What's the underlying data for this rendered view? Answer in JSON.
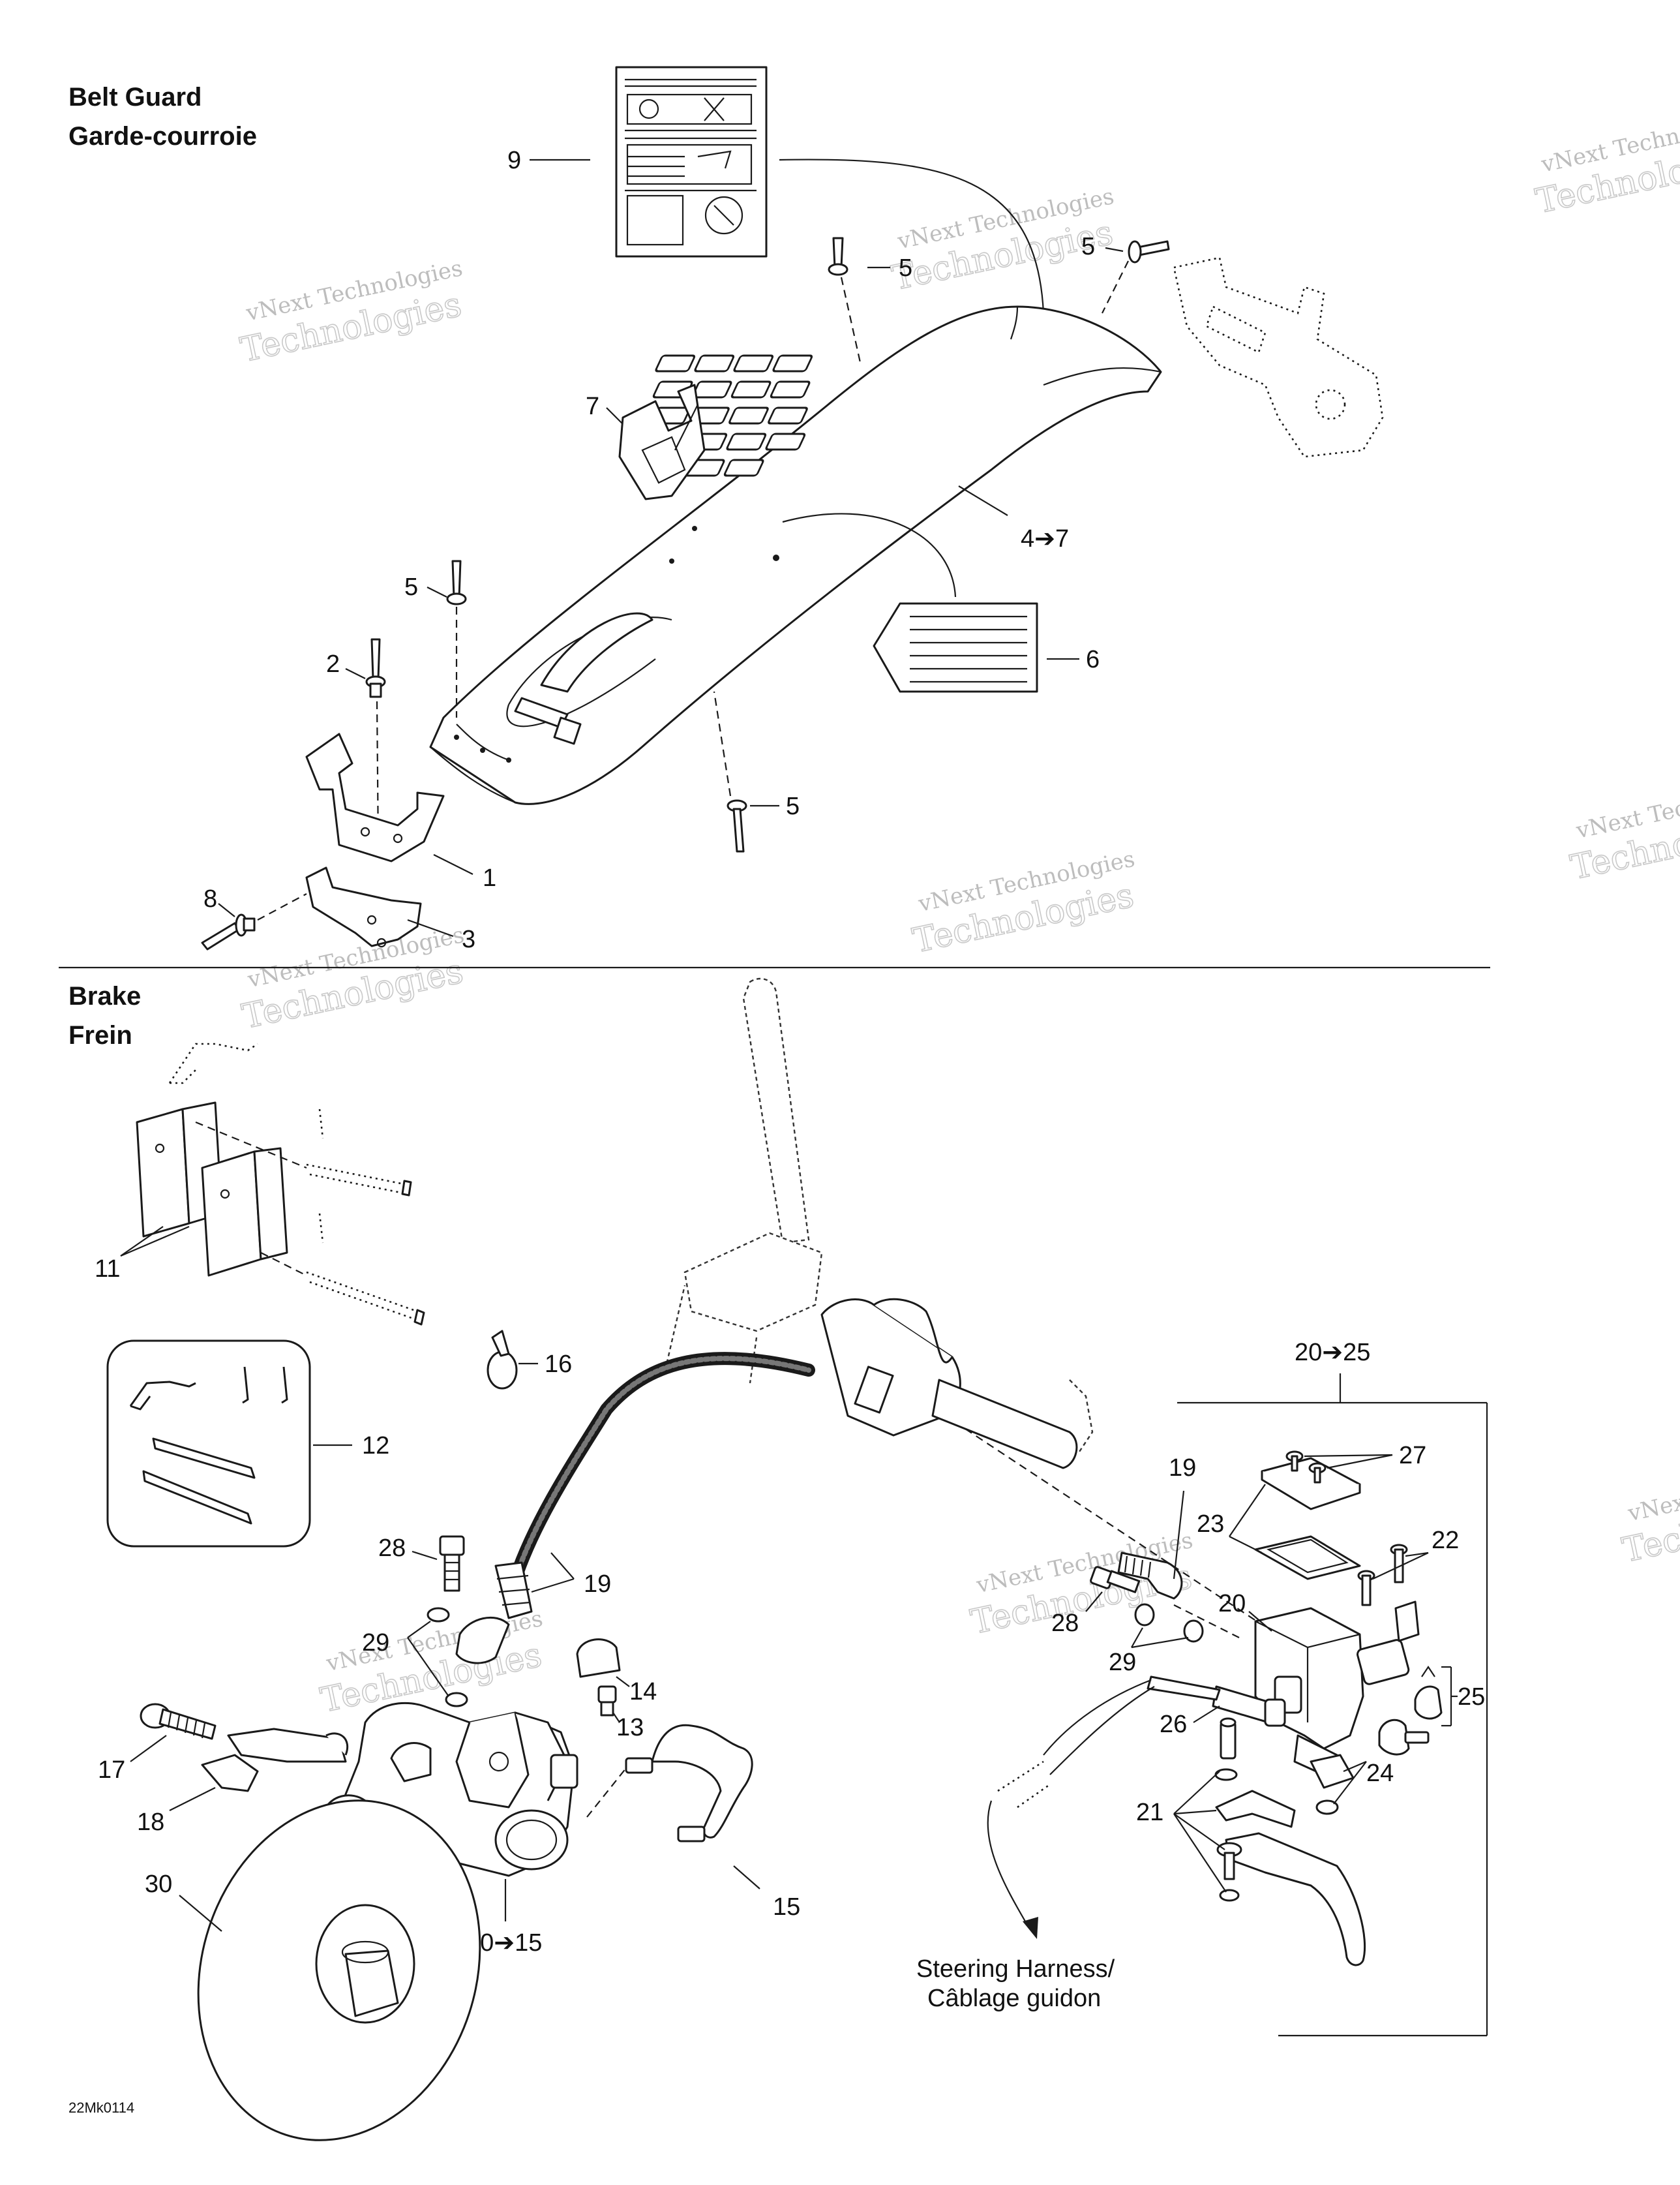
{
  "sections": {
    "belt_guard": {
      "title_en": "Belt Guard",
      "title_fr": "Garde-courroie"
    },
    "brake": {
      "title_en": "Brake",
      "title_fr": "Frein"
    }
  },
  "callouts": {
    "c1": "1",
    "c2": "2",
    "c3": "3",
    "c4_7": "4➔7",
    "c5": "5",
    "c6": "6",
    "c7": "7",
    "c8": "8",
    "c9": "9",
    "c10_15": "10➔15",
    "c11": "11",
    "c12": "12",
    "c13": "13",
    "c14": "14",
    "c15": "15",
    "c16": "16",
    "c17": "17",
    "c18": "18",
    "c19": "19",
    "c20": "20",
    "c20_25": "20➔25",
    "c21": "21",
    "c22": "22",
    "c23": "23",
    "c24": "24",
    "c25": "25",
    "c26": "26",
    "c27": "27",
    "c28": "28",
    "c29": "29",
    "c30": "30"
  },
  "notes": {
    "steering_line1": "Steering Harness/",
    "steering_line2": "Câblage guidon"
  },
  "drawing_code": "22Mk0114",
  "watermark": {
    "line1": "vNext Technologies",
    "line2": "Technologies"
  }
}
